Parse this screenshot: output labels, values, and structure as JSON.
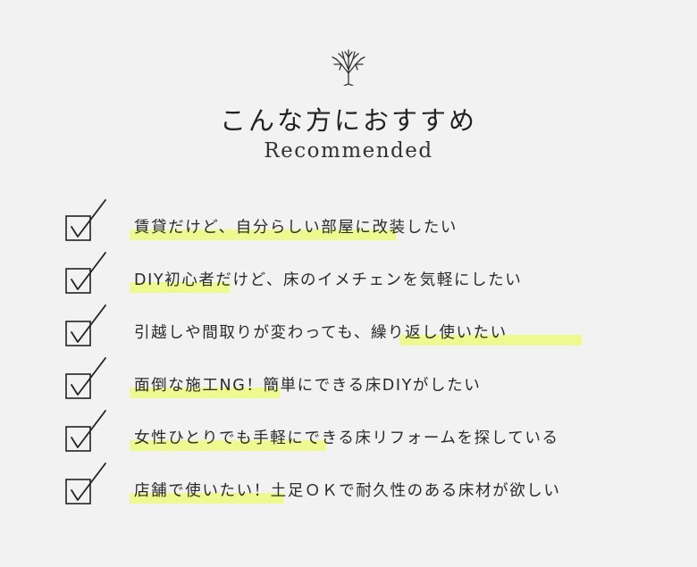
{
  "header": {
    "icon": "tree-icon",
    "title": "こんな方におすすめ",
    "subtitle": "Recommended"
  },
  "colors": {
    "background": "#f2f2f2",
    "highlight": "#eefa8f",
    "text": "#2a2a2a"
  },
  "items": [
    {
      "icon": "checkbox-checked-icon",
      "text": "賃貸だけど、自分らしい部屋に改装したい"
    },
    {
      "icon": "checkbox-checked-icon",
      "text": "DIY初心者だけど、床のイメチェンを気軽にしたい"
    },
    {
      "icon": "checkbox-checked-icon",
      "text": "引越しや間取りが変わっても、繰り返し使いたい"
    },
    {
      "icon": "checkbox-checked-icon",
      "text": "面倒な施工NG！簡単にできる床DIYがしたい"
    },
    {
      "icon": "checkbox-checked-icon",
      "text": "女性ひとりでも手軽にできる床リフォームを探している"
    },
    {
      "icon": "checkbox-checked-icon",
      "text": "店舗で使いたい！土足ＯＫで耐久性のある床材が欲しい"
    }
  ]
}
